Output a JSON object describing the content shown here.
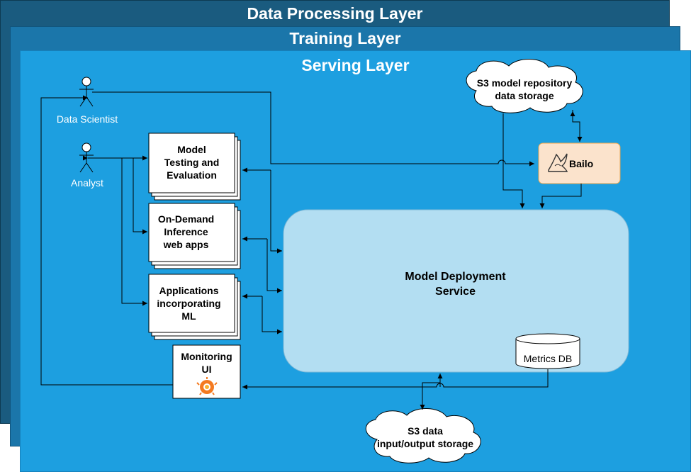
{
  "layers": {
    "data_processing": "Data Processing Layer",
    "training": "Training Layer",
    "serving": "Serving Layer"
  },
  "actors": {
    "data_scientist": "Data Scientist",
    "analyst": "Analyst"
  },
  "apps": {
    "model_testing": [
      "Model",
      "Testing and",
      "Evaluation"
    ],
    "on_demand": [
      "On-Demand",
      "Inference",
      "web apps"
    ],
    "applications": [
      "Applications",
      "incorporating",
      "ML"
    ],
    "monitoring": [
      "Monitoring",
      "UI"
    ]
  },
  "storage": {
    "s3_model": [
      "S3 model repository",
      "data storage"
    ],
    "s3_data": [
      "S3 data",
      "input/output storage"
    ],
    "metrics_db": "Metrics DB"
  },
  "bailo": "Bailo",
  "service": [
    "Model Deployment",
    "Service"
  ],
  "colors": {
    "dp_layer": "#1a5b7f",
    "training_layer": "#1b76aa",
    "serving_layer": "#1d9fe0",
    "service_box": "#b3def2",
    "bailo_box": "#fbe3cc",
    "bailo_border": "#e8a64f"
  }
}
